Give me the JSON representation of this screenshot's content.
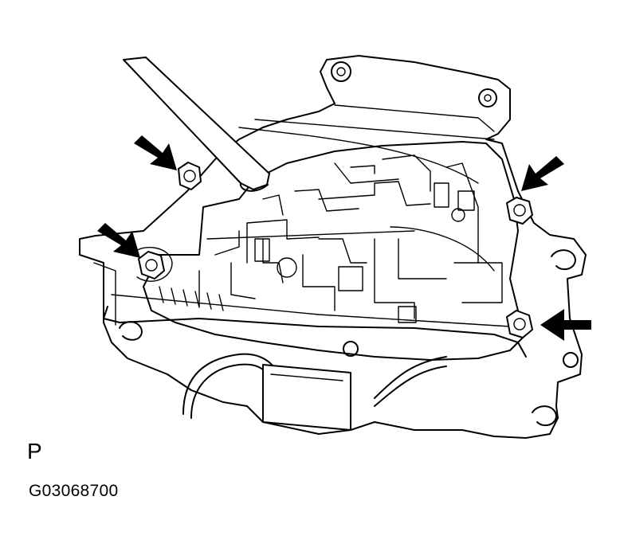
{
  "labels": {
    "view": "P",
    "figure_code": "G03068700"
  },
  "arrows": {
    "count": 4,
    "color": "#000000"
  }
}
